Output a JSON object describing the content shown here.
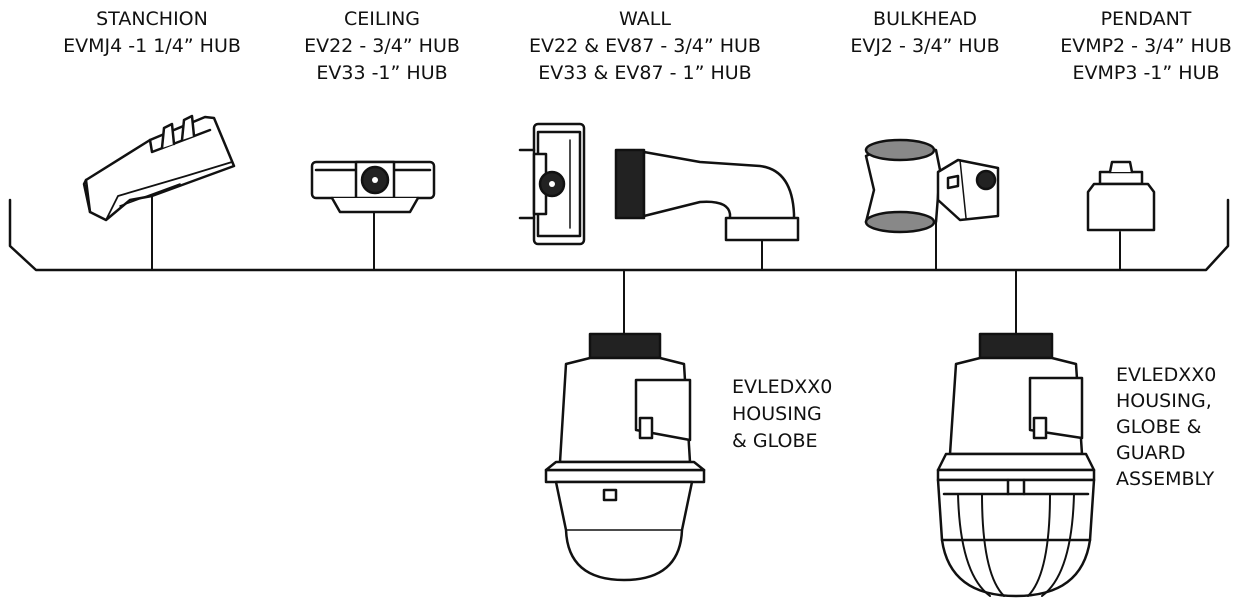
{
  "mounts": [
    {
      "name": "STANCHION",
      "lines": [
        "EVMJ4 -1 1/4” HUB"
      ]
    },
    {
      "name": "CEILING",
      "lines": [
        "EV22 - 3/4” HUB",
        "EV33 -1” HUB"
      ]
    },
    {
      "name": "WALL",
      "lines": [
        "EV22 & EV87 -  3/4” HUB",
        "EV33 & EV87 - 1” HUB"
      ]
    },
    {
      "name": "BULKHEAD",
      "lines": [
        "EVJ2 - 3/4” HUB"
      ]
    },
    {
      "name": "PENDANT",
      "lines": [
        "EVMP2 - 3/4” HUB",
        "EVMP3 -1” HUB"
      ]
    }
  ],
  "fixtures": [
    {
      "lines": [
        "EVLEDXX0",
        "HOUSING",
        "& GLOBE"
      ]
    },
    {
      "lines": [
        "EVLEDXX0",
        "HOUSING,",
        "GLOBE &",
        "GUARD",
        "ASSEMBLY"
      ]
    }
  ],
  "colors": {
    "stroke": "#111111",
    "fill": "#ffffff",
    "shade": "#cccccc"
  }
}
